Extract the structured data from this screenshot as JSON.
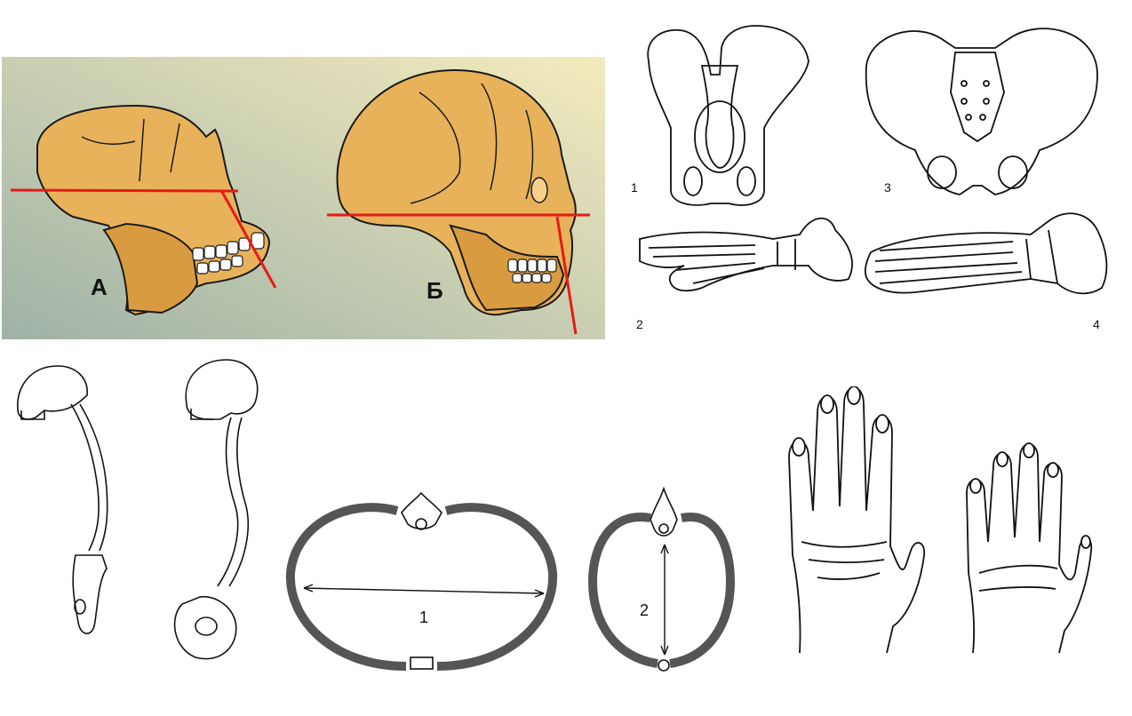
{
  "skull_panel": {
    "label_ape": "А",
    "label_human": "Б",
    "background_start": "#f3ebbd",
    "background_end": "#9fb2a6",
    "skull_color": "#e8b25a",
    "line_color": "#e41b17"
  },
  "pelvis_foot_panel": {
    "label_1": "1",
    "label_2": "2",
    "label_3": "3",
    "label_4": "4"
  },
  "spine_panel": {},
  "thorax_panel": {
    "label_1": "1",
    "label_2": "2"
  },
  "hands_panel": {}
}
